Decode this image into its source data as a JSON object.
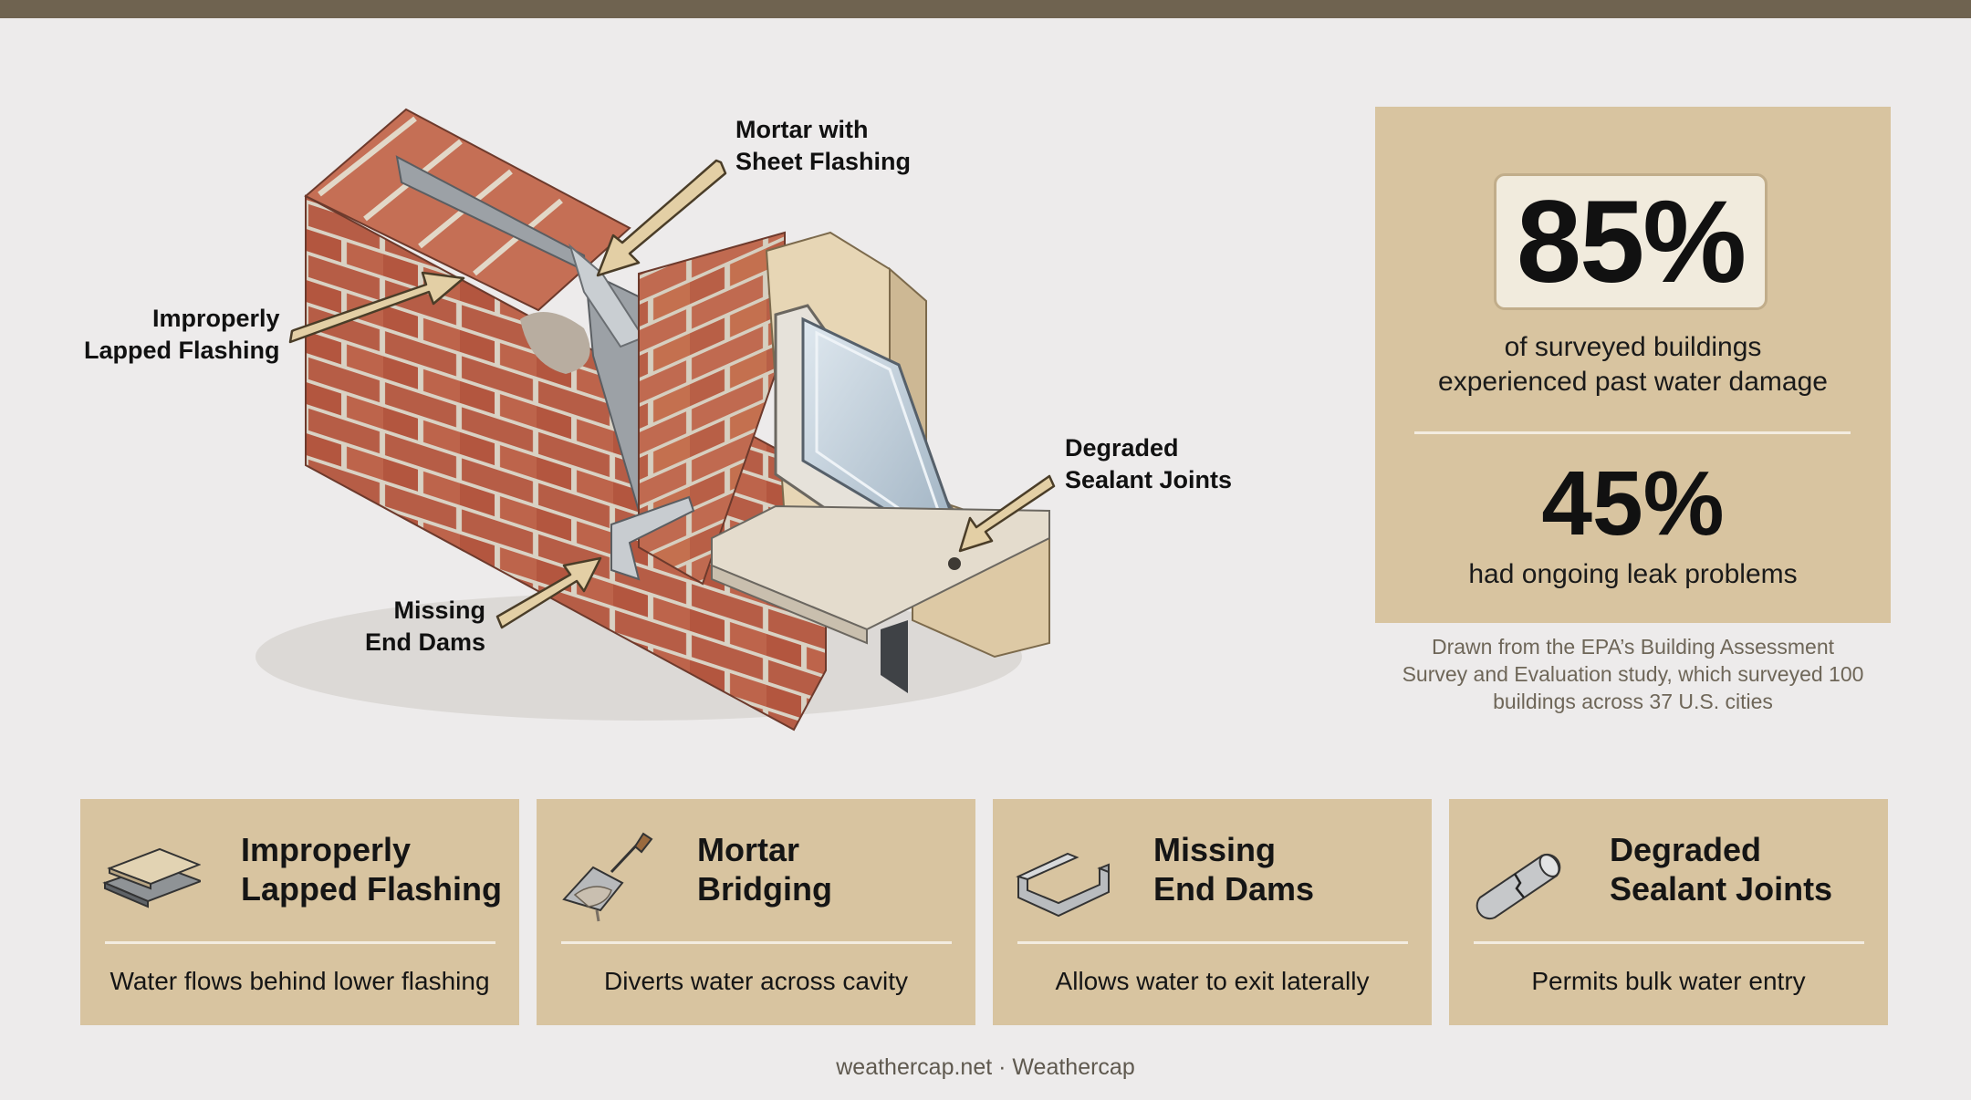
{
  "callouts": {
    "mortar_sheet": "Mortar with\nSheet Flashing",
    "improperly_lapped": "Improperly\nLapped Flashing",
    "degraded_sealant": "Degraded\nSealant Joints",
    "missing_end_dams": "Missing\nEnd Dams"
  },
  "stats": {
    "stat1_value": "85%",
    "stat1_text_line1": "of surveyed buildings",
    "stat1_text_line2": "experienced past water damage",
    "stat2_value": "45%",
    "stat2_text": "had ongoing leak problems",
    "source_line1": "Drawn from the EPA’s Building Assessment",
    "source_line2": "Survey and Evaluation study, which surveyed 100",
    "source_line3": "buildings across 37 U.S. cities"
  },
  "cards": [
    {
      "title": "Improperly\nLapped Flashing",
      "desc": "Water flows behind lower flashing",
      "icon": "flashing-sheets-icon"
    },
    {
      "title": "Mortar\nBridging",
      "desc": "Diverts water across cavity",
      "icon": "trowel-icon"
    },
    {
      "title": "Missing\nEnd Dams",
      "desc": "Allows water to exit laterally",
      "icon": "channel-icon"
    },
    {
      "title": "Degraded\nSealant Joints",
      "desc": "Permits bulk water entry",
      "icon": "cracked-sealant-icon"
    }
  ],
  "footer": "weathercap.net · Weathercap",
  "colors": {
    "background": "#edebeb",
    "panel": "#d8c4a0",
    "top_bar": "#6f6350",
    "brick": "#b65d46",
    "arrow": "#e3cfa5"
  }
}
